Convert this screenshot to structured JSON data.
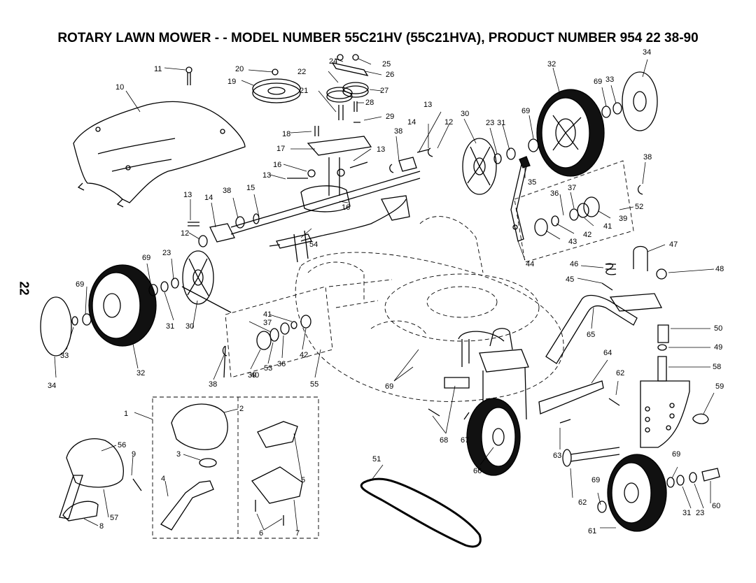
{
  "title": "ROTARY LAWN MOWER - - MODEL NUMBER 55C21HV (55C21HVA), PRODUCT NUMBER 954 22 38-90",
  "page_number": "22",
  "callouts": [
    "1",
    "2",
    "3",
    "4",
    "5",
    "6",
    "7",
    "8",
    "9",
    "10",
    "11",
    "12",
    "12",
    "13",
    "13",
    "13",
    "13",
    "14",
    "14",
    "15",
    "16",
    "16",
    "17",
    "18",
    "19",
    "20",
    "21",
    "22",
    "23",
    "23",
    "23",
    "24",
    "25",
    "26",
    "27",
    "28",
    "29",
    "30",
    "30",
    "31",
    "31",
    "31",
    "32",
    "32",
    "33",
    "33",
    "34",
    "34",
    "35",
    "36",
    "36",
    "37",
    "37",
    "38",
    "38",
    "38",
    "38",
    "39",
    "39",
    "40",
    "41",
    "41",
    "42",
    "42",
    "43",
    "44",
    "45",
    "46",
    "47",
    "48",
    "49",
    "50",
    "51",
    "52",
    "53",
    "54",
    "55",
    "56",
    "57",
    "58",
    "59",
    "60",
    "61",
    "62",
    "62",
    "63",
    "64",
    "65",
    "66",
    "67",
    "68",
    "69",
    "69",
    "69",
    "69",
    "69"
  ]
}
